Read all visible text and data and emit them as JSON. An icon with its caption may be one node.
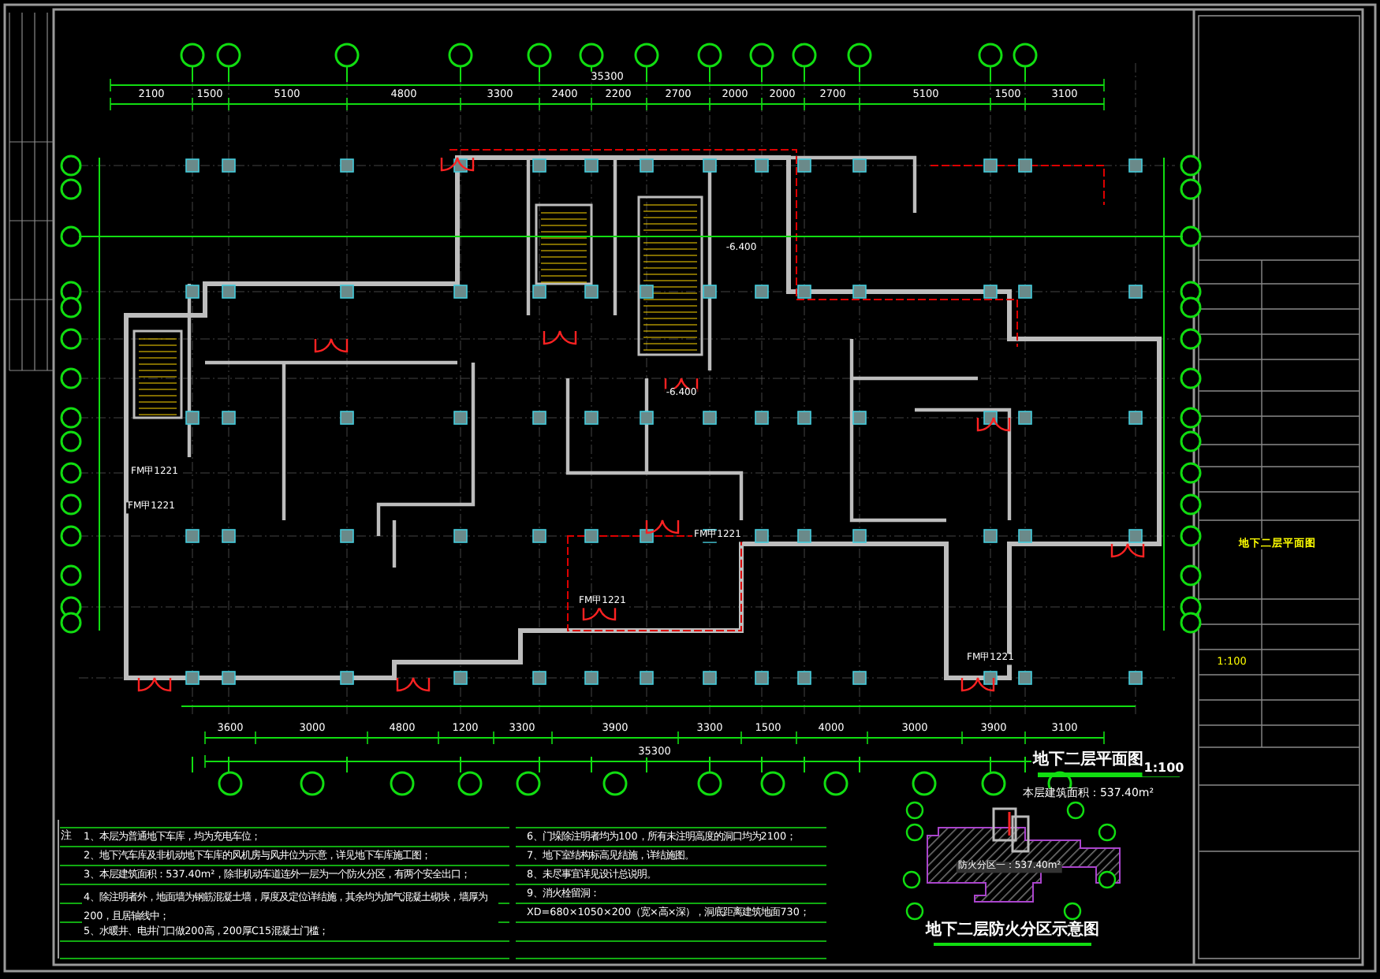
{
  "diagram": {
    "title": "地下二层平面图",
    "labels": [
      "2100",
      "1500",
      "5100",
      "4800",
      "3300",
      "2400",
      "2200",
      "2700",
      "2000",
      "2000",
      "2700",
      "5100",
      "1500",
      "3100",
      "35300",
      "3600",
      "3000",
      "4800",
      "1200",
      "3300",
      "3900",
      "3300",
      "1500",
      "4000",
      "3000",
      "3900",
      "3100",
      "35300",
      "1:100",
      "本层建筑面积：537.40m²",
      "防火分区一：537.40m²",
      "地下二层防火分区示意图",
      "注",
      "1、本层为普通地下车库，均为充电车位；",
      "2、地下汽车库及非机动地下车库的风机房与风井位为示意，详见地下车库施工图；",
      "3、本层建筑面积：537.40m²，除非机动车道连外一层为一个防火分区，有两个安全出口；",
      "4、除注明者外，地面墙为钢筋混凝土墙，厚度及定位详结施，其余均为加气混凝土砌块，墙厚为200，且居轴线中；",
      "5、水暖井、电井门口做200高，200厚C15混凝土门槛；",
      "6、门垛除注明者均为100，所有未注明高度的洞口均为2100；",
      "7、地下室结构标高见结施，详结施图。",
      "8、未尽事宜详见设计总说明。",
      "9、消火栓留洞：",
      "XD=680×1050×200（宽×高×深），洞底距离建筑地面730；",
      "地下二层平面图",
      "1:100",
      "FM甲1221",
      "FM甲1221",
      "FM甲1221",
      "FM甲1221",
      "FM甲1221",
      "-6.400",
      "-6.400"
    ]
  }
}
